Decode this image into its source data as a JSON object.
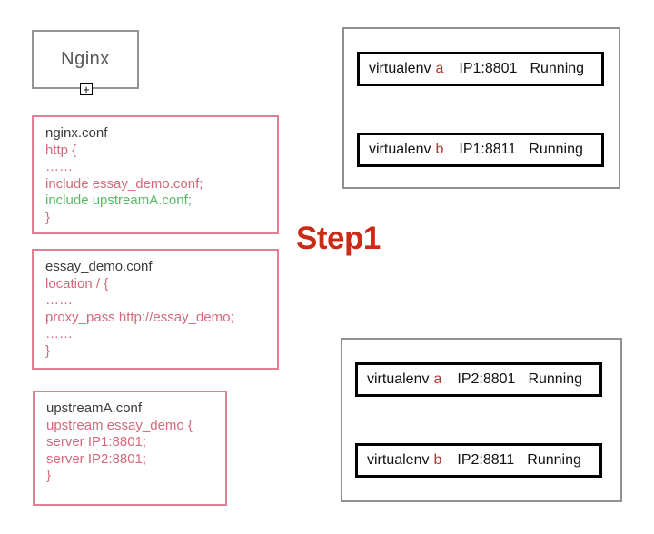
{
  "palette": {
    "pink_border": "#E07F91",
    "pink_text": "#D5697C",
    "green_text": "#56B964",
    "dark_text": "#3C3C3C",
    "gray_border": "#8F8F8F",
    "gray_text": "#58585A",
    "variant_red": "#AF3A35",
    "step_red": "#CB2A15",
    "instance_border": "#000000"
  },
  "step_label": "Step1",
  "nginx_node": {
    "label": "Nginx",
    "expand_glyph": "+"
  },
  "config_files": [
    {
      "name": "nginx.conf",
      "lines": [
        "http {",
        "……",
        "include essay_demo.conf;",
        "include upstreamA.conf;",
        "}"
      ]
    },
    {
      "name": "essay_demo.conf",
      "lines": [
        "location / {",
        "……",
        "proxy_pass http://essay_demo;",
        "……",
        "}"
      ]
    },
    {
      "name": "upstreamA.conf",
      "lines": [
        "upstream essay_demo {",
        "server IP1:8801;",
        "server IP2:8801;",
        "}"
      ]
    }
  ],
  "server_groups": [
    {
      "instances": [
        {
          "name": "virtualenv",
          "variant": "a",
          "address": "IP1:8801",
          "status": "Running"
        },
        {
          "name": "virtualenv",
          "variant": "b",
          "address": "IP1:8811",
          "status": "Running"
        }
      ]
    },
    {
      "instances": [
        {
          "name": "virtualenv",
          "variant": "a",
          "address": "IP2:8801",
          "status": "Running"
        },
        {
          "name": "virtualenv",
          "variant": "b",
          "address": "IP2:8811",
          "status": "Running"
        }
      ]
    }
  ]
}
